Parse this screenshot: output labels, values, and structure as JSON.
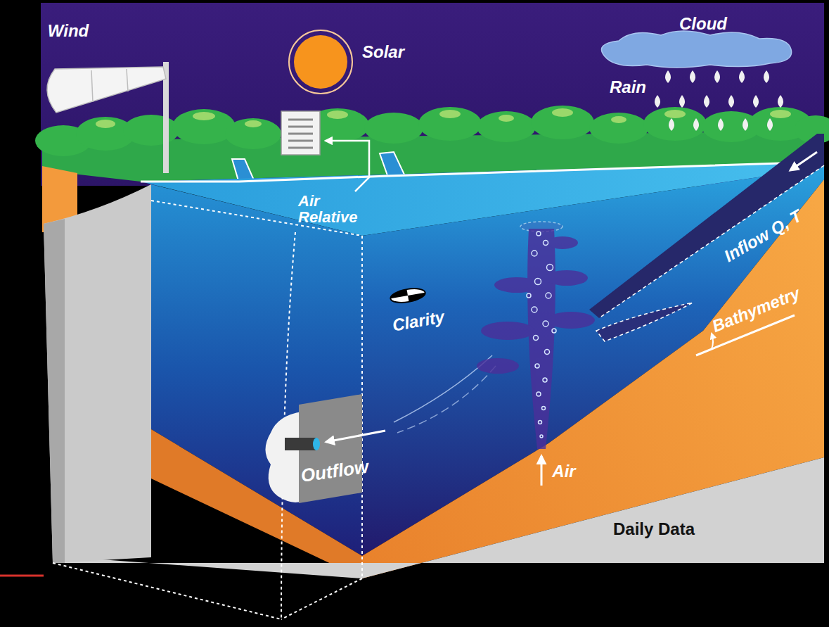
{
  "diagram": {
    "labels": [
      "Wind",
      "Solar",
      "Cloud",
      "Rain",
      "Air Relative",
      "Inflow Q, T",
      "Clarity",
      "Bathymetry",
      "Outflow",
      "Air",
      "Daily Data"
    ]
  }
}
